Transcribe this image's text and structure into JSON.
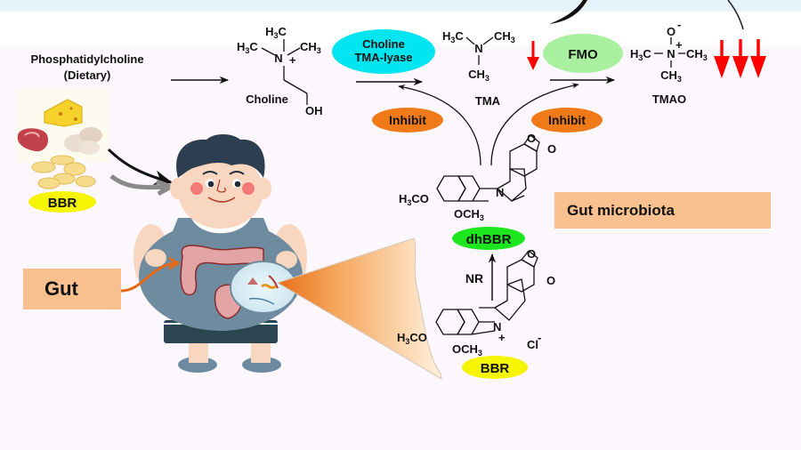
{
  "diagram": {
    "source_label": {
      "line1": "Phosphatidylcholine",
      "line2": "(Dietary)"
    },
    "food_items": [
      "cheese",
      "meat",
      "eggs",
      "berberine-tablets"
    ],
    "bbr_pill_top": "BBR",
    "molecules": {
      "choline": {
        "name": "Choline",
        "groups": {
          "top": "H3C",
          "left": "H3C",
          "right": "CH3",
          "center": "N",
          "charge": "+",
          "tail": "OH"
        }
      },
      "tma": {
        "name": "TMA",
        "groups": {
          "left": "H3C",
          "right": "CH3",
          "center": "N",
          "bottom": "CH3"
        }
      },
      "tmao": {
        "name": "TMAO",
        "groups": {
          "top": "O",
          "top_charge": "-",
          "left": "H3C",
          "center": "N",
          "charge": "+",
          "right": "CH3",
          "bottom": "CH3"
        }
      },
      "dhbbr": {
        "name": "dhBBR",
        "substituents": [
          "H3CO",
          "OCH3"
        ],
        "atoms": [
          "N",
          "O",
          "O"
        ]
      },
      "bbr": {
        "name": "BBR",
        "substituents": [
          "H3CO",
          "OCH3"
        ],
        "atoms": [
          "N",
          "O",
          "O"
        ],
        "charge": "+",
        "counterion": "Cl",
        "counterion_charge": "-"
      }
    },
    "enzymes": {
      "choline_tma_lyase": {
        "line1": "Choline",
        "line2": "TMA-lyase",
        "color": "#00e5f0"
      },
      "fmo": {
        "label": "FMO",
        "color": "#a8f0a0"
      }
    },
    "inhibit_labels": [
      "Inhibit",
      "Inhibit"
    ],
    "inhibit_color": "#f07a17",
    "reaction_label": "NR",
    "dhbbr_color": "#1ee61e",
    "bbr_color": "#f5f500",
    "decrease_arrows": {
      "tma": 1,
      "tmao": 3,
      "color": "#ff0000"
    },
    "gut_label": "Gut",
    "gut_microbiota_label": "Gut microbiota",
    "box_color": "#f9c08f"
  }
}
